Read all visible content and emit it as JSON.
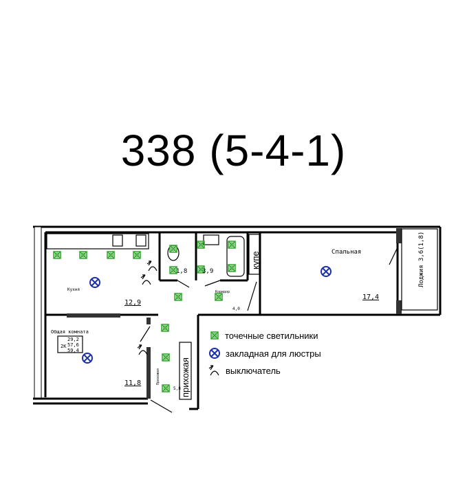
{
  "title": "338 (5-4-1)",
  "rooms": {
    "kitchen": {
      "name": "Кухня",
      "area": "12,9"
    },
    "living": {
      "name": "Общая комната",
      "area": "11,8"
    },
    "toilet": {
      "area": "1,8"
    },
    "bathroom": {
      "area": "3,9"
    },
    "corridor": {
      "name": "Коридор",
      "area": "4,0"
    },
    "hall": {
      "name": "Прихожая",
      "area": "5,8"
    },
    "bedroom": {
      "name": "Спальная",
      "area": "17,4"
    },
    "loggia": {
      "name": "Лоджия 3,6(1,8)"
    },
    "closet_kupe": {
      "name": "купе"
    },
    "closet_hall": {
      "name": "прихожая"
    }
  },
  "summary": {
    "type": "2К",
    "living_area": "29,2",
    "total_area": "57,6",
    "total_with_loggia": "59,4"
  },
  "legend": [
    {
      "icon": "spotlight-icon",
      "label": "точечные светильники",
      "color": "#3aa935"
    },
    {
      "icon": "chandelier-mount-icon",
      "label": "закладная для люстры",
      "color": "#1a2fa8"
    },
    {
      "icon": "switch-icon",
      "label": "выключатель",
      "color": "#000000"
    }
  ]
}
